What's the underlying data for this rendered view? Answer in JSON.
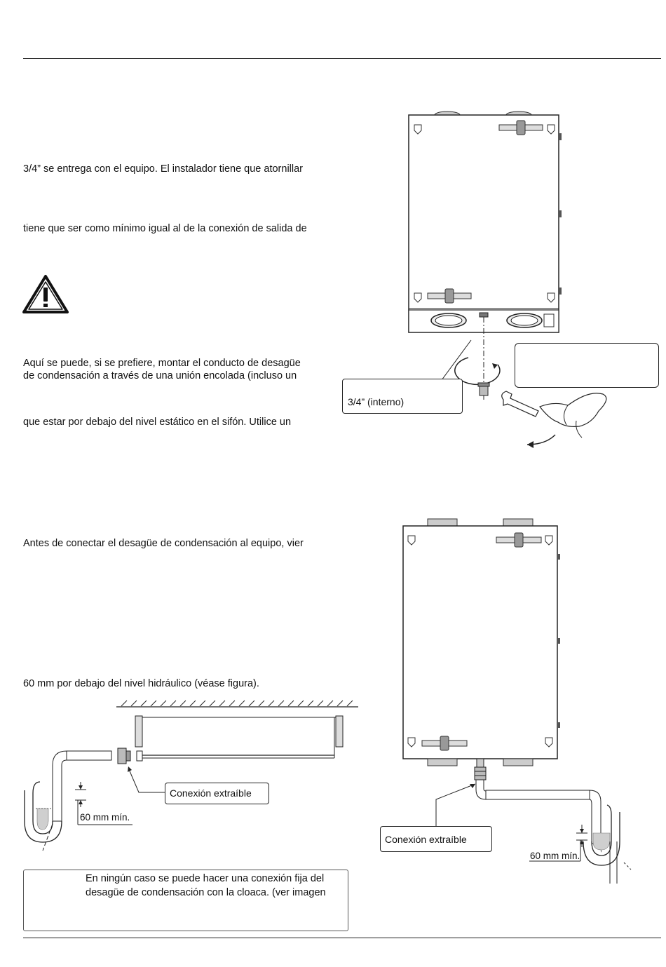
{
  "paragraphs": {
    "p1": "3/4” se entrega con el equipo. El instalador tiene que atornillar",
    "p2": "tiene que ser como mínimo igual al de la conexión de salida de",
    "p3_line1": "Aquí se puede, si se prefiere, montar el conducto de desagüe",
    "p3_line2": "de condensación a través de una unión encolada (incluso un",
    "p4": "que estar por debajo del nivel estático en el sifón. Utilice un",
    "p5": "Antes de conectar el desagüe de condensación al equipo, vier",
    "p6": "60 mm por debajo del nivel hidráulico (véase figura)."
  },
  "figure_top": {
    "thread_label": "3/4” (interno)"
  },
  "figure_left": {
    "connection_label": "Conexión extraíble",
    "min_label": "60 mm mín."
  },
  "figure_right": {
    "connection_label": "Conexión extraíble",
    "min_label": "60 mm mín."
  },
  "note": {
    "line1": "En ningún caso se puede hacer una conexión fija del",
    "line2": "desagüe de condensación con la cloaca. (ver imagen"
  }
}
